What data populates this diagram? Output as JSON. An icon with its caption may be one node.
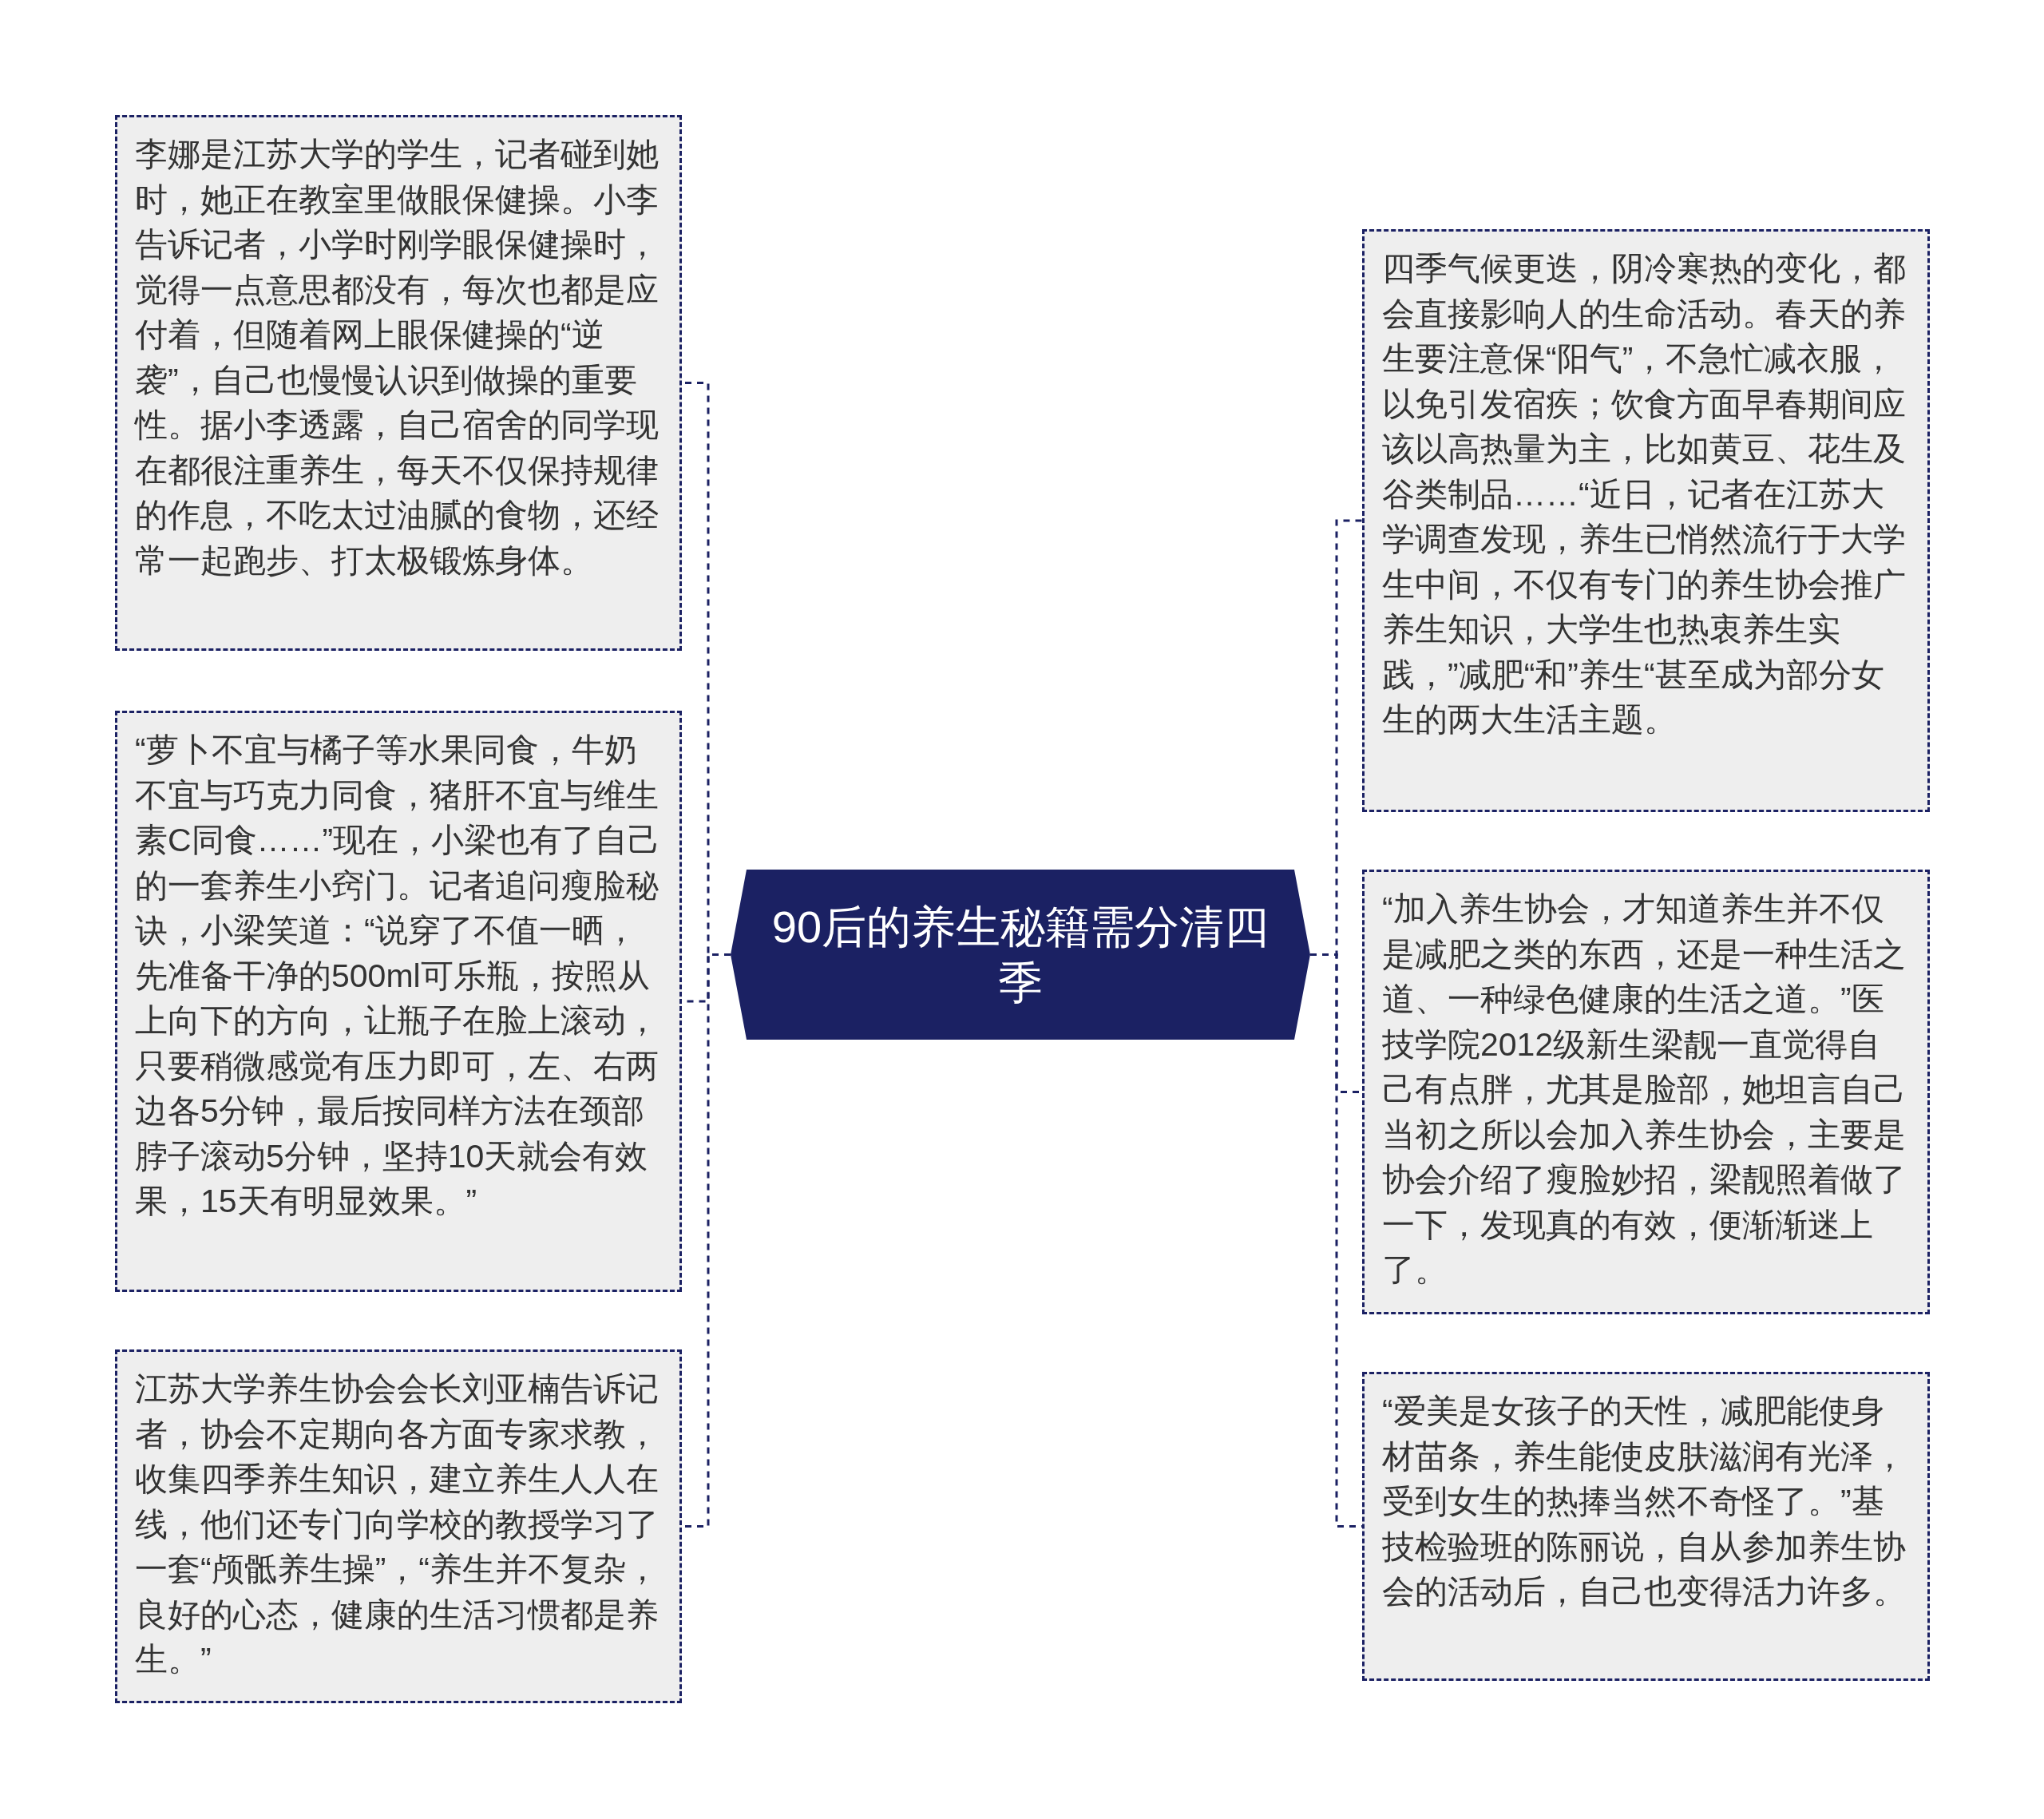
{
  "diagram": {
    "nodes": [
      {
        "text": [
          "90后的养生秘籍需分清四季"
        ]
      },
      {
        "text": [
          "李娜是江苏大学的学生，记者碰到她时，她正在教室里做眼保健操。小李告诉记者，小学时刚学眼保健操时，觉得一点意思都没有，每次也都是应付着，但随着网上眼保健操的“逆袭”，自己也慢慢认识到做操的重要性。据小李透露，自己宿舍的同学现在都很注重养生，每天不仅保持规律的作息，不吃太过油腻的食物，还经常一起跑步、打太极锻炼身体。"
        ]
      },
      {
        "text": [
          "“萝卜不宜与橘子等水果同食，牛奶不宜与巧克力同食，猪肝不宜与维生素C同食……”现在，小梁也有了自己的一套养生小窍门。记者追问瘦脸秘诀，小梁笑道：“说穿了不值一晒，先准备干净的500ml可乐瓶，按照从上向下的方向，让瓶子在脸上滚动，只要稍微感觉有压力即可，左、右两边各5分钟，最后按同样方法在颈部脖子滚动5分钟，坚持10天就会有效果，15天有明显效果。”"
        ]
      },
      {
        "text": [
          "江苏大学养生协会会长刘亚楠告诉记者，协会不定期向各方面专家求教，收集四季养生知识，建立养生人人在线，他们还专门向学校的教授学习了一套“颅骶养生操”，“养生并不复杂，良好的心态，健康的生活习惯都是养生。”"
        ]
      },
      {
        "text": [
          "四季气候更迭，阴冷寒热的变化，都会直接影响人的生命活动。春天的养生要注意保“阳气”，不急忙减衣服，以免引发宿疾；饮食方面早春期间应该以高热量为主，比如黄豆、花生及谷类制品……“近日，记者在江苏大学调查发现，养生已悄然流行于大学生中间，不仅有专门的养生协会推广养生知识，大学生也热衷养生实践，”减肥“和”养生“甚至成为部分女生的两大生活主题。"
        ]
      },
      {
        "text": [
          "“加入养生协会，才知道养生并不仅是减肥之类的东西，还是一种生活之道、一种绿色健康的生活之道。”医技学院2012级新生梁靓一直觉得自己有点胖，尤其是脸部，她坦言自己当初之所以会加入养生协会，主要是协会介绍了瘦脸妙招，梁靓照着做了一下，发现真的有效，便渐渐迷上了。"
        ]
      },
      {
        "text": [
          "“爱美是女孩子的天性，减肥能使身材苗条，养生能使皮肤滋润有光泽，受到女生的热捧当然不奇怪了。”基技检验班的陈丽说，自从参加养生协会的活动后，自己也变得活力许多。"
        ]
      }
    ],
    "edges": [
      {
        "from": 0,
        "to": 1,
        "arrow": "none",
        "style": "dashed"
      },
      {
        "from": 0,
        "to": 2,
        "arrow": "none",
        "style": "dashed"
      },
      {
        "from": 0,
        "to": 3,
        "arrow": "none",
        "style": "dashed"
      },
      {
        "from": 0,
        "to": 4,
        "arrow": "none",
        "style": "dashed"
      },
      {
        "from": 0,
        "to": 5,
        "arrow": "none",
        "style": "dashed"
      },
      {
        "from": 0,
        "to": 6,
        "arrow": "none",
        "style": "dashed"
      }
    ]
  }
}
